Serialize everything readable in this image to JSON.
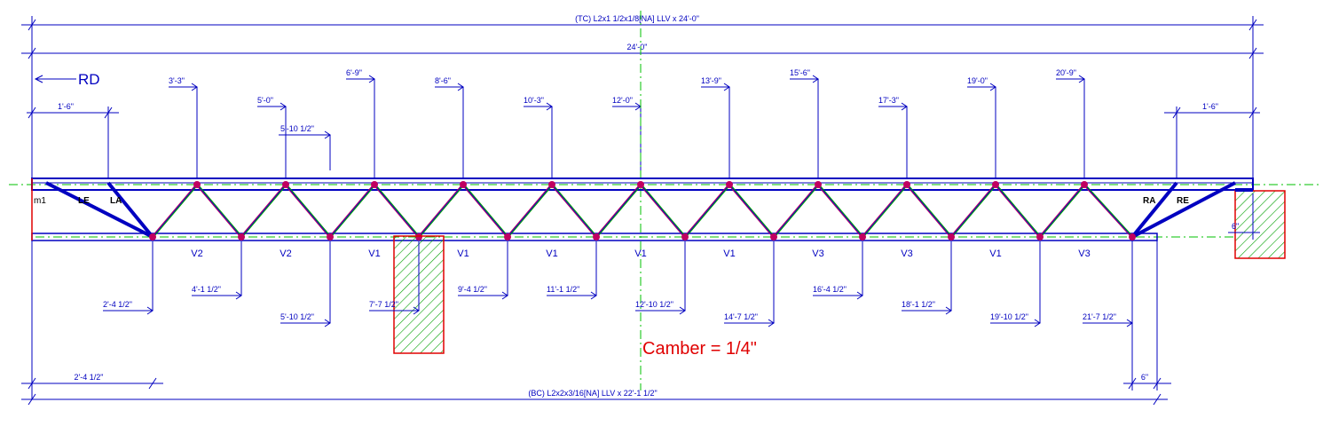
{
  "colors": {
    "drawing": "#0000c0",
    "centerline": "#00c000",
    "bearing": "#e00000",
    "joint": "#c00060",
    "label": "#000000",
    "camber": "#e00000"
  },
  "top_chord_spec": "(TC) L2x1 1/2x1/8[NA] LLV x 24'-0\"",
  "overall_length": "24'-0\"",
  "rd_label": "RD",
  "left_end_dim": "1'-6\"",
  "right_end_dim": "1'-6\"",
  "top_panel_dims": [
    "3'-3\"",
    "5'-0\"",
    "6'-9\"",
    "8'-6\"",
    "10'-3\"",
    "12'-0\"",
    "13'-9\"",
    "15'-6\"",
    "17'-3\"",
    "19'-0\"",
    "20'-9\""
  ],
  "top_extra_dim": "5'-10 1/2\"",
  "bottom_panel_dims": [
    "2'-4 1/2\"",
    "4'-1 1/2\"",
    "5'-10 1/2\"",
    "7'-7 1/2\"",
    "9'-4 1/2\"",
    "11'-1 1/2\"",
    "12'-10 1/2\"",
    "14'-7 1/2\"",
    "16'-4 1/2\"",
    "18'-1 1/2\"",
    "19'-10 1/2\"",
    "21'-7 1/2\""
  ],
  "web_labels": [
    "V2",
    "V2",
    "V1",
    "V1",
    "V1",
    "V1",
    "V1",
    "V3",
    "V3",
    "V1",
    "V3"
  ],
  "end_labels": {
    "m1": "m1",
    "le": "LE",
    "la": "LA",
    "ra": "RA",
    "re": "RE"
  },
  "right_seat_dim": "6\"",
  "bottom_left_dim": "2'-4 1/2\"",
  "bottom_right_dim": "6\"",
  "bottom_chord_spec": "(BC) L2x2x3/16[NA] LLV x 22'-1 1/2\"",
  "camber_label": "Camber =  1/4\""
}
